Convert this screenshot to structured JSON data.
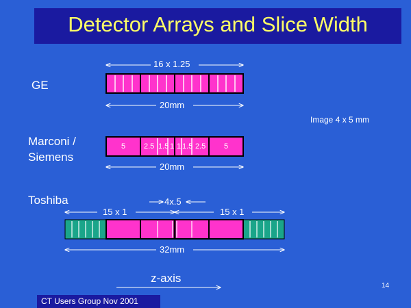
{
  "slide": {
    "title": "Detector Arrays and Slice Width",
    "footer": "CT Users Group Nov 2001",
    "page_number": "14"
  },
  "ge": {
    "vendor": "GE",
    "top_dim": "16 x 1.25",
    "bottom_dim": "20mm"
  },
  "image_note": "Image 4 x 5 mm",
  "marconi": {
    "vendor_line1": "Marconi /",
    "vendor_line2": "Siemens",
    "cells": [
      "5",
      "2.5",
      "1.5",
      "1",
      "1",
      "1.5",
      "2.5",
      "5"
    ],
    "bottom_dim": "20mm"
  },
  "toshiba": {
    "vendor": "Toshiba",
    "left_dim": "15 x 1",
    "center_dim": "4x.5",
    "right_dim": "15 x 1",
    "bottom_dim": "32mm"
  },
  "axis": {
    "label": "z-axis"
  },
  "colors": {
    "background": "#2a5fd6",
    "title_bar": "#1a1aa0",
    "title_text": "#ffff66",
    "detector_pink": "#ff33cc",
    "detector_teal": "#1aa58a"
  }
}
